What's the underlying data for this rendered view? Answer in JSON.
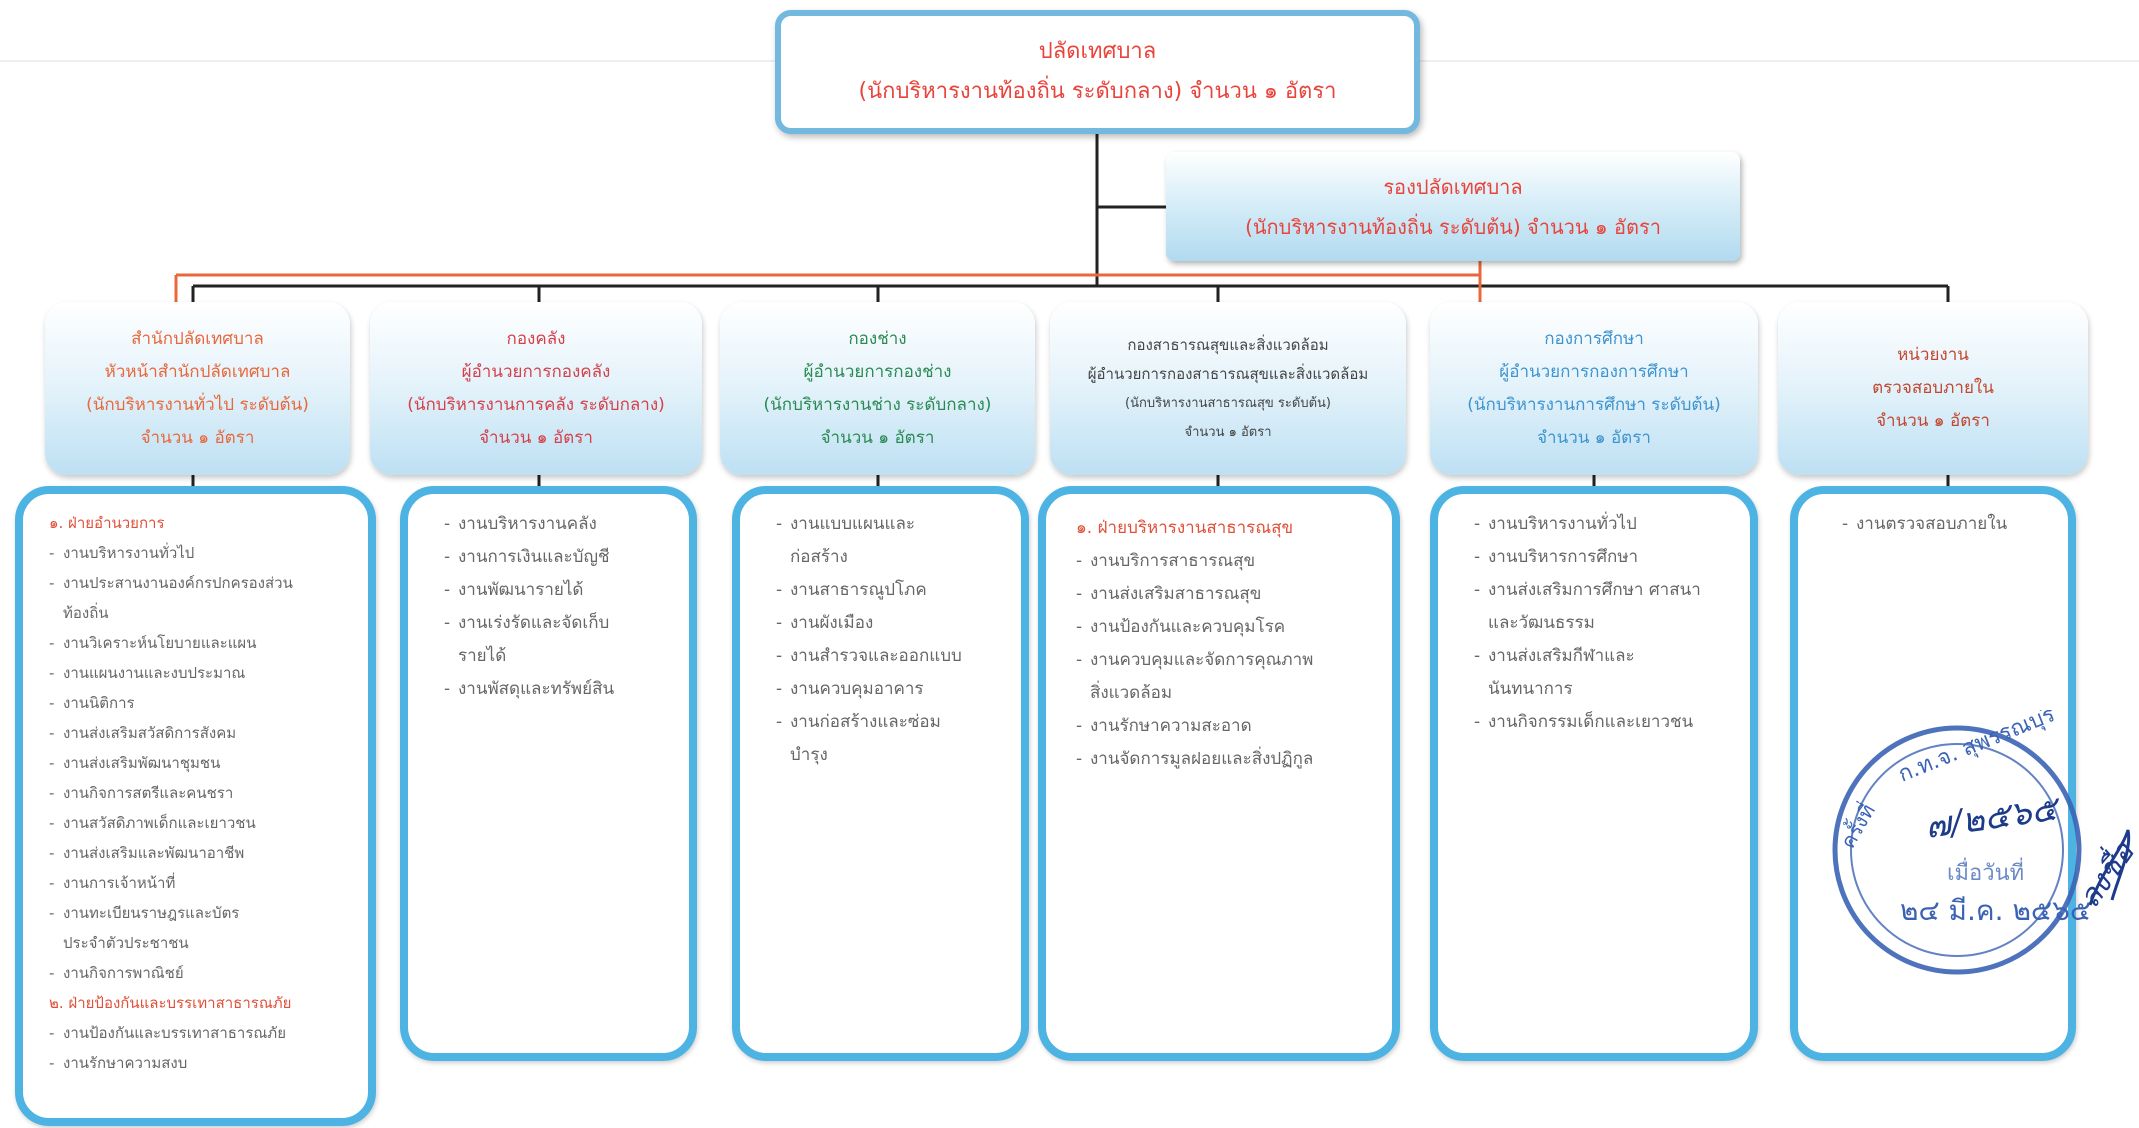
{
  "chief": {
    "title": "ปลัดเทศบาล",
    "subtitle": "(นักบริหารงานท้องถิ่น ระดับกลาง) จำนวน ๑ อัตรา"
  },
  "deputy": {
    "title": "รองปลัดเทศบาล",
    "subtitle": "(นักบริหารงานท้องถิ่น ระดับต้น) จำนวน ๑ อัตรา"
  },
  "departments": [
    {
      "lines": [
        "สำนักปลัดเทศบาล",
        "หัวหน้าสำนักปลัดเทศบาล",
        "(นักบริหารงานทั่วไป ระดับต้น)",
        "จำนวน ๑ อัตรา"
      ],
      "color": "#e8683c",
      "tasks": [
        {
          "text": "๑. ฝ่ายอำนวยการ",
          "head": true
        },
        {
          "text": "งานบริหารงานทั่วไป"
        },
        {
          "text": "งานประสานงานองค์กรปกครองส่วน"
        },
        {
          "text": "ท้องถิ่น",
          "cont": true
        },
        {
          "text": "งานวิเคราะห์นโยบายและแผน"
        },
        {
          "text": "งานแผนงานและงบประมาณ"
        },
        {
          "text": "งานนิติการ"
        },
        {
          "text": "งานส่งเสริมสวัสดิการสังคม"
        },
        {
          "text": "งานส่งเสริมพัฒนาชุมชน"
        },
        {
          "text": "งานกิจการสตรีและคนชรา"
        },
        {
          "text": "งานสวัสดิภาพเด็กและเยาวชน"
        },
        {
          "text": "งานส่งเสริมและพัฒนาอาชีพ"
        },
        {
          "text": "งานการเจ้าหน้าที่"
        },
        {
          "text": "งานทะเบียนราษฎรและบัตร"
        },
        {
          "text": "ประจำตัวประชาชน",
          "cont": true
        },
        {
          "text": "งานกิจการพาณิชย์"
        },
        {
          "text": "๒. ฝ่ายป้องกันและบรรเทาสาธารณภัย",
          "head": true
        },
        {
          "text": "งานป้องกันและบรรเทาสาธารณภัย"
        },
        {
          "text": "งานรักษาความสงบ"
        }
      ]
    },
    {
      "lines": [
        "กองคลัง",
        "ผู้อำนวยการกองคลัง",
        "(นักบริหารงานการคลัง ระดับกลาง)",
        "จำนวน ๑ อัตรา"
      ],
      "color": "#d6404a",
      "tasks": [
        {
          "text": "งานบริหารงานคลัง"
        },
        {
          "text": "งานการเงินและบัญชี"
        },
        {
          "text": "งานพัฒนารายได้"
        },
        {
          "text": "งานเร่งรัดและจัดเก็บ"
        },
        {
          "text": "รายได้",
          "cont": true
        },
        {
          "text": "งานพัสดุและทรัพย์สิน"
        }
      ]
    },
    {
      "lines": [
        "กองช่าง",
        "ผู้อำนวยการกองช่าง",
        "(นักบริหารงานช่าง ระดับกลาง)",
        "จำนวน ๑ อัตรา"
      ],
      "color": "#2a8a52",
      "tasks": [
        {
          "text": "งานแบบแผนและ"
        },
        {
          "text": "ก่อสร้าง",
          "cont": true
        },
        {
          "text": "งานสาธารณูปโภค"
        },
        {
          "text": "งานผังเมือง"
        },
        {
          "text": "งานสำรวจและออกแบบ"
        },
        {
          "text": "งานควบคุมอาคาร"
        },
        {
          "text": "งานก่อสร้างและซ่อม"
        },
        {
          "text": "บำรุง",
          "cont": true
        }
      ]
    },
    {
      "lines": [
        "กองสาธารณสุขและสิ่งแวดล้อม",
        "ผู้อำนวยการกองสาธารณสุขและสิ่งแวดล้อม",
        "(นักบริหารงานสาธารณสุข ระดับต้น)",
        "จำนวน ๑ อัตรา"
      ],
      "color": "#444444",
      "tasks": [
        {
          "text": "๑. ฝ่ายบริหารงานสาธารณสุข",
          "head": true
        },
        {
          "text": "งานบริการสาธารณสุข"
        },
        {
          "text": "งานส่งเสริมสาธารณสุข"
        },
        {
          "text": "งานป้องกันและควบคุมโรค"
        },
        {
          "text": "งานควบคุมและจัดการคุณภาพ"
        },
        {
          "text": "สิ่งแวดล้อม",
          "cont": true
        },
        {
          "text": "งานรักษาความสะอาด"
        },
        {
          "text": "งานจัดการมูลฝอยและสิ่งปฏิกูล"
        }
      ]
    },
    {
      "lines": [
        "กองการศึกษา",
        "ผู้อำนวยการกองการศึกษา",
        "(นักบริหารงานการศึกษา ระดับต้น)",
        "จำนวน ๑ อัตรา"
      ],
      "color": "#3d94cf",
      "tasks": [
        {
          "text": "งานบริหารงานทั่วไป"
        },
        {
          "text": "งานบริหารการศึกษา"
        },
        {
          "text": "งานส่งเสริมการศึกษา ศาสนา"
        },
        {
          "text": "และวัฒนธรรม",
          "cont": true
        },
        {
          "text": "งานส่งเสริมกีฬาและ"
        },
        {
          "text": "นันทนาการ",
          "cont": true
        },
        {
          "text": "งานกิจกรรมเด็กและเยาวชน"
        }
      ]
    },
    {
      "lines": [
        "หน่วยงาน",
        "ตรวจสอบภายใน",
        "จำนวน ๑ อัตรา"
      ],
      "color": "#c24730",
      "tasks": [
        {
          "text": "งานตรวจสอบภายใน"
        }
      ]
    }
  ],
  "stamp": {
    "ring_text": "ก.ท.จ. สุพรรณบุรี",
    "left_text": "ครั้งที่",
    "number_text": "๗/๒๕๖๕",
    "meeting_text": "เมื่อวันที่",
    "date_text": "๒๔ มี.ค. ๒๕๖๕",
    "signature": "ลงชื่อ"
  }
}
